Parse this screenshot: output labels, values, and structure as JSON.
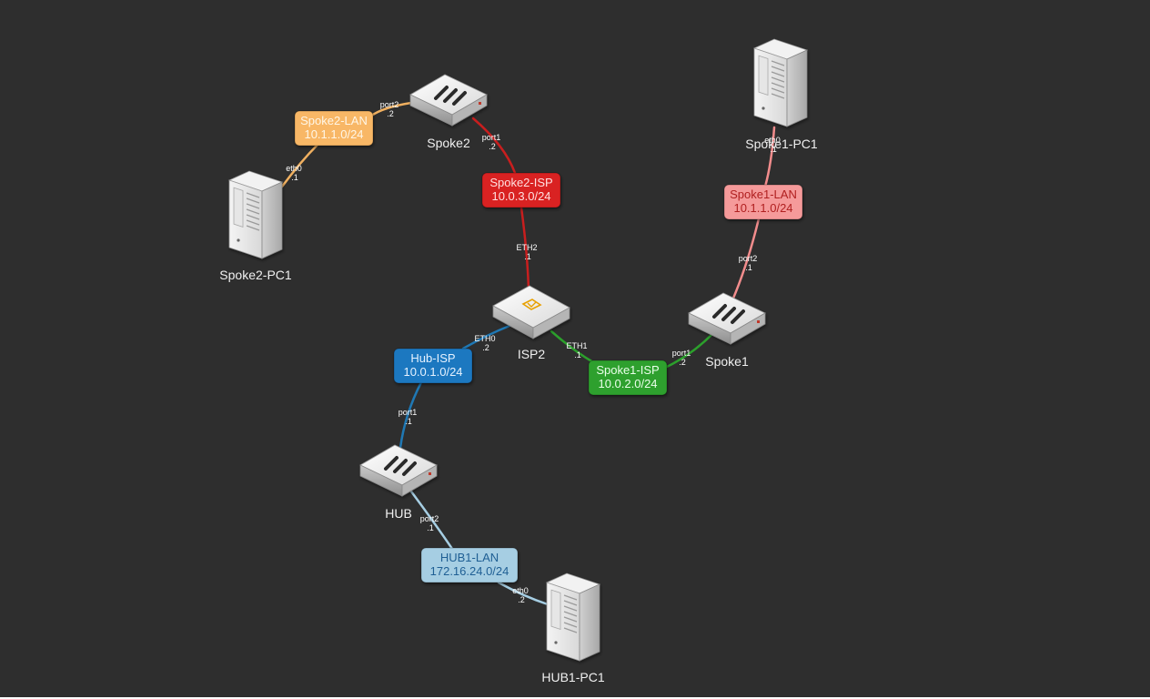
{
  "colors": {
    "background": "#2e2e2e",
    "spoke2_lan": "#f0a23c",
    "spoke2_isp": "#d91f1f",
    "spoke1_lan": "#f28c8c",
    "spoke1_isp": "#2ca02c",
    "hub_isp": "#1f78b4",
    "hub1_lan": "#a6cee3",
    "isp_logo": "#e8a000"
  },
  "devices": [
    {
      "id": "spoke2",
      "label": "Spoke2",
      "type": "firewall"
    },
    {
      "id": "spoke1",
      "label": "Spoke1",
      "type": "firewall"
    },
    {
      "id": "hub",
      "label": "HUB",
      "type": "firewall"
    },
    {
      "id": "isp2",
      "label": "ISP2",
      "type": "router"
    },
    {
      "id": "spoke2-pc1",
      "label": "Spoke2-PC1",
      "type": "server"
    },
    {
      "id": "spoke1-pc1",
      "label": "Spoke1-PC1",
      "type": "server"
    },
    {
      "id": "hub1-pc1",
      "label": "HUB1-PC1",
      "type": "server"
    }
  ],
  "networks": [
    {
      "id": "spoke2-lan",
      "name": "Spoke2-LAN",
      "subnet": "10.1.1.0/24",
      "color": "#f8b766",
      "text_color": "#fff6e6"
    },
    {
      "id": "spoke2-isp",
      "name": "Spoke2-ISP",
      "subnet": "10.0.3.0/24",
      "color": "#d92121",
      "text_color": "#ffe0e0"
    },
    {
      "id": "spoke1-lan",
      "name": "Spoke1-LAN",
      "subnet": "10.1.1.0/24",
      "color": "#f59a9a",
      "text_color": "#b02020"
    },
    {
      "id": "spoke1-isp",
      "name": "Spoke1-ISP",
      "subnet": "10.0.2.0/24",
      "color": "#2ea02e",
      "text_color": "#eaffea"
    },
    {
      "id": "hub-isp",
      "name": "Hub-ISP",
      "subnet": "10.0.1.0/24",
      "color": "#1f78c0",
      "text_color": "#e6f2ff"
    },
    {
      "id": "hub1-lan",
      "name": "HUB1-LAN",
      "subnet": "172.16.24.0/24",
      "color": "#a6cee3",
      "text_color": "#1f5f94"
    }
  ],
  "links": [
    {
      "from": "spoke2",
      "to": "spoke2-lan",
      "color": "#f0b060",
      "port": "port2",
      "ip": ".2"
    },
    {
      "from": "spoke2-lan",
      "to": "spoke2-pc1",
      "color": "#f0b060",
      "port": "eth0",
      "ip": ".1"
    },
    {
      "from": "spoke2",
      "to": "spoke2-isp",
      "color": "#c81e1e",
      "port": "port1",
      "ip": ".2"
    },
    {
      "from": "spoke2-isp",
      "to": "isp2",
      "color": "#c81e1e",
      "port": "ETH2",
      "ip": ".1"
    },
    {
      "from": "spoke1-pc1",
      "to": "spoke1-lan",
      "color": "#f28c8c",
      "port": "eth0",
      "ip": ".1"
    },
    {
      "from": "spoke1-lan",
      "to": "spoke1",
      "color": "#f28c8c",
      "port": "port2",
      "ip": ".1"
    },
    {
      "from": "isp2",
      "to": "spoke1-isp",
      "color": "#2ca02c",
      "port": "ETH1",
      "ip": ".1"
    },
    {
      "from": "spoke1-isp",
      "to": "spoke1",
      "color": "#2ca02c",
      "port": "port1",
      "ip": ".2"
    },
    {
      "from": "isp2",
      "to": "hub-isp",
      "color": "#1f78b4",
      "port": "ETH0",
      "ip": ".2"
    },
    {
      "from": "hub-isp",
      "to": "hub",
      "color": "#1f78b4",
      "port": "port1",
      "ip": ".1"
    },
    {
      "from": "hub",
      "to": "hub1-lan",
      "color": "#a6cee3",
      "port": "port2",
      "ip": ".1"
    },
    {
      "from": "hub1-lan",
      "to": "hub1-pc1",
      "color": "#a6cee3",
      "port": "eth0",
      "ip": ".2"
    }
  ]
}
